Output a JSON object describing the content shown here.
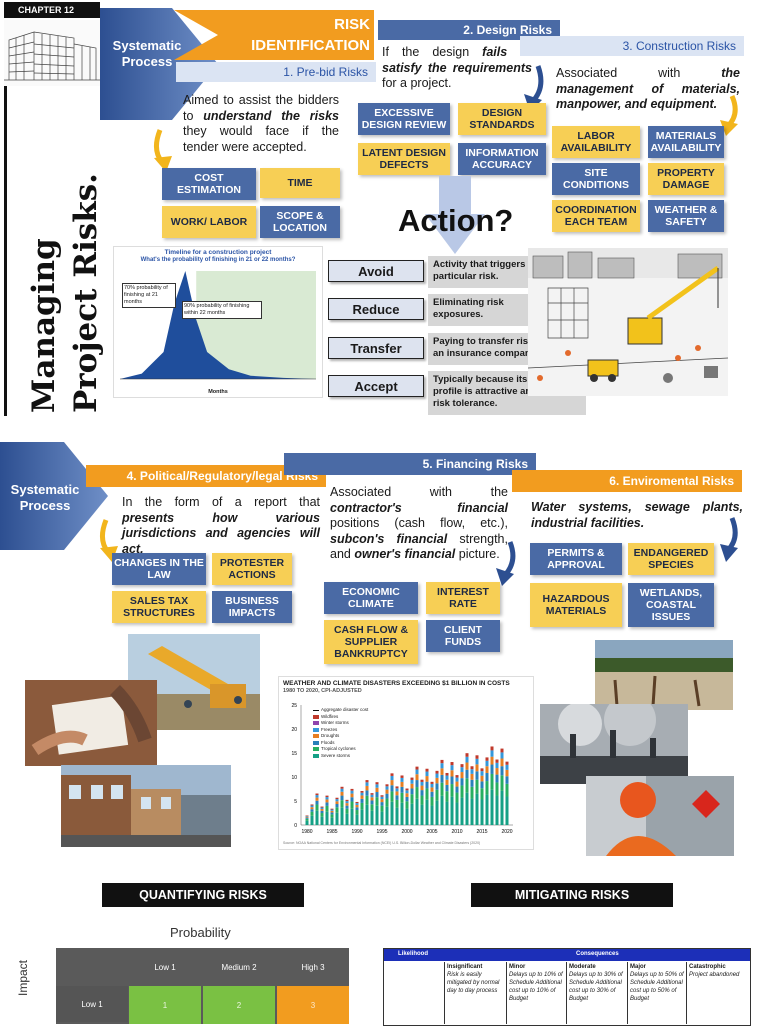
{
  "chapter": "CHAPTER 12",
  "vertical_title_1": "Managing",
  "vertical_title_2": "Project Risks.",
  "systematic_process": "Systematic Process",
  "risk_identification": "RISK IDENTIFICATION",
  "prebid": {
    "header": "1. Pre-bid Risks",
    "text_a": "Aimed to assist the bidders to ",
    "text_b": "understand the risks",
    "text_c": " they would face if the tender were accepted.",
    "boxes": [
      "COST ESTIMATION",
      "TIME",
      "WORK/ LABOR",
      "SCOPE & LOCATION"
    ]
  },
  "design": {
    "header": "2. Design Risks",
    "text_a": "If the design ",
    "text_b": "fails to satisfy the requirements",
    "text_c": " for a project.",
    "boxes": [
      "EXCESSIVE DESIGN REVIEW",
      "DESIGN STANDARDS",
      "LATENT DESIGN DEFECTS",
      "INFORMATION ACCURACY"
    ]
  },
  "construction": {
    "header": "3. Construction Risks",
    "text_a": "Associated with ",
    "text_b": "the management of materials, manpower, and equipment.",
    "boxes": [
      "LABOR AVAILABILITY",
      "MATERIALS AVAILABILITY",
      "SITE CONDITIONS",
      "PROPERTY DAMAGE",
      "COORDINATION EACH TEAM",
      "WEATHER & SAFETY"
    ]
  },
  "chart_data": {
    "type": "area",
    "title": "Timeline for a construction project",
    "subtitle": "What's the probability of finishing in 21 or 22 months?",
    "xlabel": "Months",
    "annotations": [
      "70% probability of finishing at 21 months",
      "90% probability of finishing within 22 months"
    ],
    "x": [
      15,
      17,
      19,
      20,
      21,
      22,
      23,
      25,
      27,
      30,
      33
    ],
    "values": [
      0,
      5,
      25,
      70,
      100,
      55,
      25,
      9,
      3,
      1,
      0
    ]
  },
  "action": {
    "title": "Action?",
    "rows": [
      {
        "label": "Avoid",
        "desc": "Activity that triggers particular risk."
      },
      {
        "label": "Reduce",
        "desc": "Eliminating risk exposures."
      },
      {
        "label": "Transfer",
        "desc": "Paying to transfer risks to an insurance company."
      },
      {
        "label": "Accept",
        "desc": "Typically because its risk reward profile is attractive and within risk tolerance."
      }
    ]
  },
  "political": {
    "header": "4. Political/Regulatory/legal Risks",
    "text_a": "In the form of a report that ",
    "text_b": "presents how various jurisdictions and agencies will act.",
    "boxes": [
      "CHANGES IN THE LAW",
      "PROTESTER ACTIONS",
      "SALES TAX STRUCTURES",
      "BUSINESS IMPACTS"
    ]
  },
  "financing": {
    "header": "5. Financing Risks",
    "text_a": "Associated with the ",
    "text_b": "contractor's financial",
    "text_c": " positions (cash flow, etc.), ",
    "text_d": "subcon's financial",
    "text_e": " strength, and ",
    "text_f": "owner's financial",
    "text_g": " picture.",
    "boxes": [
      "ECONOMIC CLIMATE",
      "INTEREST RATE",
      "CASH FLOW & SUPPLIER BANKRUPTCY",
      "CLIENT FUNDS"
    ]
  },
  "environmental": {
    "header": "6. Enviromental Risks",
    "text": "Water systems, sewage plants, industrial facilities.",
    "boxes": [
      "PERMITS & APPROVAL",
      "ENDANGERED SPECIES",
      "HAZARDOUS MATERIALS",
      "WETLANDS, COASTAL ISSUES"
    ]
  },
  "weather_chart": {
    "title": "WEATHER AND CLIMATE DISASTERS EXCEEDING $1 BILLION IN COSTS",
    "subtitle": "1980 TO 2020, CPI-ADJUSTED",
    "legend": [
      "Aggregate disaster cost",
      "Wildfires",
      "Winter storms",
      "Freezes",
      "Droughts",
      "Floods",
      "Tropical cyclones",
      "Severe storms"
    ],
    "years": [
      "1980",
      "1985",
      "1990",
      "1995",
      "2000",
      "2005",
      "2010",
      "2015",
      "2020"
    ],
    "ylabels": [
      "0",
      "5",
      "10",
      "15",
      "20",
      "25"
    ],
    "source": "Source: NOAA National Centers for Environmental Information (NCEI) U.S. Billion-Dollar Weather and Climate Disasters (2020)"
  },
  "quantifying": {
    "header": "QUANTIFYING RISKS",
    "probability": "Probability",
    "impact": "Impact",
    "cols": [
      "Low 1",
      "Medium 2",
      "High 3"
    ],
    "row_label": "Low 1",
    "cells": [
      "1",
      "2",
      "3"
    ]
  },
  "mitigating": {
    "header": "MITIGATING RISKS",
    "likelihood": "Likelihood",
    "consequences": "Consequences",
    "cols": [
      {
        "title": "Insignificant",
        "desc": "Risk is easily mitigated by normal day to day process"
      },
      {
        "title": "Minor",
        "desc": "Delays up to 10% of Schedule Additional cost up to 10% of Budget"
      },
      {
        "title": "Moderate",
        "desc": "Delays up to 30% of Schedule Additional cost up to 30% of Budget"
      },
      {
        "title": "Major",
        "desc": "Delays up to 50% of Schedule Additional cost up to 50% of Budget"
      },
      {
        "title": "Catastrophic",
        "desc": "Project abandoned"
      }
    ]
  },
  "colors": {
    "blue": "#4a6aa5",
    "gold": "#f7cf55",
    "orange": "#f29c1f",
    "green": "#7ac143"
  }
}
